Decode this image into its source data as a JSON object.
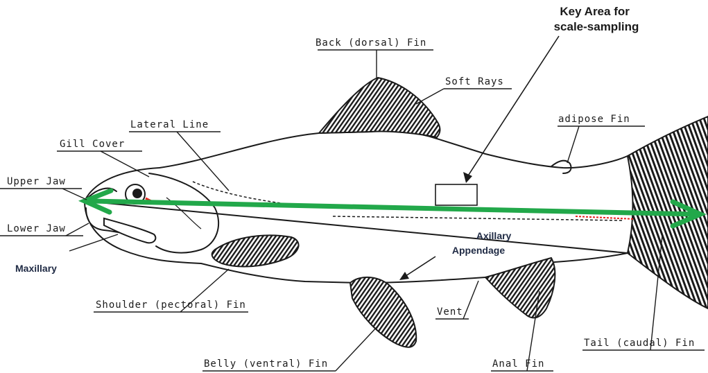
{
  "labels": {
    "key_area": [
      "Key Area for",
      "scale-sampling"
    ],
    "back_fin": "Back (dorsal) Fin",
    "soft_rays": "Soft Rays",
    "adipose_fin": "adipose Fin",
    "lateral_line": "Lateral Line",
    "gill_cover": "Gill Cover",
    "upper_jaw": "Upper Jaw",
    "lower_jaw": "Lower Jaw",
    "maxillary": "Maxillary",
    "axillary": [
      "Axillary",
      "Appendage"
    ],
    "shoulder_fin": "Shoulder (pectoral) Fin",
    "vent": "Vent",
    "belly_fin": "Belly (ventral) Fin",
    "anal_fin": "Anal Fin",
    "tail_fin": "Tail (caudal) Fin"
  },
  "colors": {
    "length_arrow": "#22a84a",
    "lateral_line_mark": "#e8201c",
    "ink": "#1a1a1a",
    "maxillary_text": "#1f2a44"
  }
}
